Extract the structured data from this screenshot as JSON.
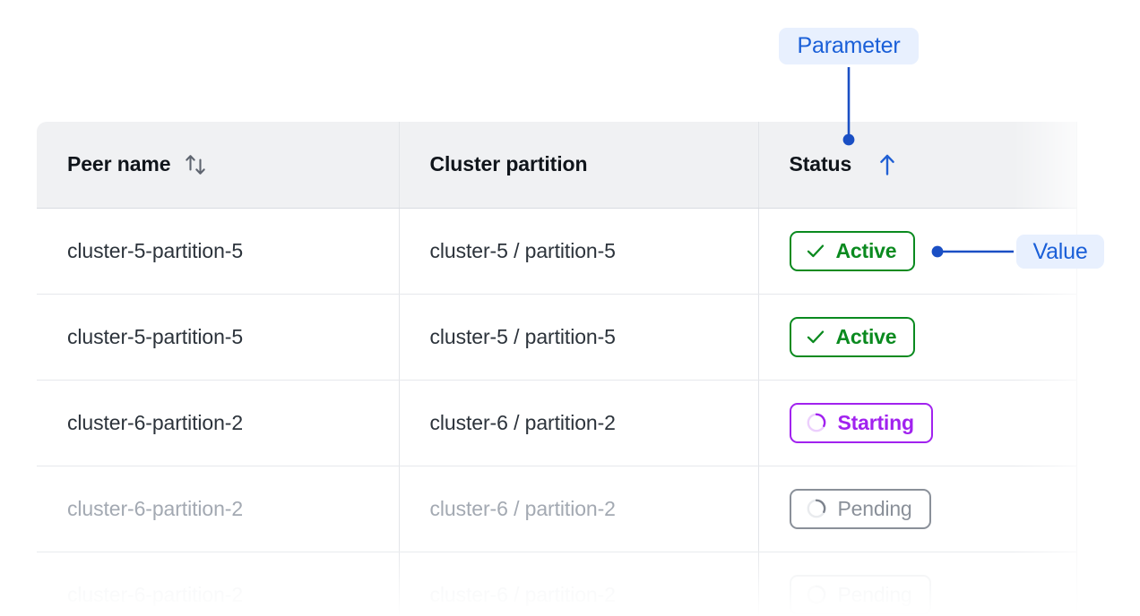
{
  "table": {
    "columns": [
      {
        "key": "peer",
        "label": "Peer name",
        "sort_icon": "sort-updown-icon",
        "sort_state": "none"
      },
      {
        "key": "part",
        "label": "Cluster partition",
        "sort_icon": null,
        "sort_state": "none"
      },
      {
        "key": "status",
        "label": "Status",
        "sort_icon": "arrow-up-icon",
        "sort_state": "ascending"
      }
    ],
    "rows": [
      {
        "peer": "cluster-5-partition-5",
        "partition": "cluster-5 / partition-5",
        "status": {
          "label": "Active",
          "icon": "check-icon",
          "variant": "active"
        },
        "render": "normal"
      },
      {
        "peer": "cluster-5-partition-5",
        "partition": "cluster-5 / partition-5",
        "status": {
          "label": "Active",
          "icon": "check-icon",
          "variant": "active"
        },
        "render": "normal"
      },
      {
        "peer": "cluster-6-partition-2",
        "partition": "cluster-6 / partition-2",
        "status": {
          "label": "Starting",
          "icon": "spinner-icon",
          "variant": "starting"
        },
        "render": "normal"
      },
      {
        "peer": "cluster-6-partition-2",
        "partition": "cluster-6 / partition-2",
        "status": {
          "label": "Pending",
          "icon": "spinner-icon",
          "variant": "pending"
        },
        "render": "dim"
      },
      {
        "peer": "cluster-6-partition-2",
        "partition": "cluster-6 / partition-2",
        "status": {
          "label": "Pending",
          "icon": "spinner-icon",
          "variant": "ghostpill"
        },
        "render": "ghost"
      }
    ]
  },
  "annotations": [
    {
      "key": "parameter",
      "label": "Parameter",
      "target": "status-column-header"
    },
    {
      "key": "value",
      "label": "Value",
      "target": "status-cell-row-1"
    }
  ],
  "colors": {
    "accent_blue": "#1a5fd8",
    "badge_bg": "#e8f0fe",
    "status_active": "#0a8a1f",
    "status_starting": "#a122ef",
    "status_pending": "#8a9099",
    "header_bg": "#f0f1f3",
    "border": "#e2e4e8",
    "text": "#2c333b",
    "text_dim": "#a3a9b2"
  }
}
